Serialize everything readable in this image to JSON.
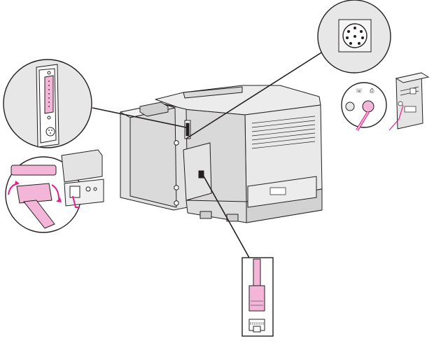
{
  "figure": {
    "components": [
      {
        "name": "printer-rear-view",
        "icon": "printer-icon"
      },
      {
        "name": "parallel-port-callout",
        "icon": "parallel-port-icon"
      },
      {
        "name": "parallel-cable-connection",
        "icon": "parallel-cable-icon"
      },
      {
        "name": "serial-port-callout",
        "icon": "round-din-port-icon"
      },
      {
        "name": "macintosh-connection",
        "icon": "mac-computer-icon"
      },
      {
        "name": "network-port-callout",
        "icon": "rj45-connector-icon"
      }
    ],
    "colors": {
      "outline": "#231f20",
      "printer_fill": "#e6e6e6",
      "printer_shade": "#cfcfcf",
      "callout_fill": "#e7e7e7",
      "cable_pink": "#f3b6d9",
      "cable_magenta": "#e0218a",
      "background": "#ffffff"
    }
  }
}
